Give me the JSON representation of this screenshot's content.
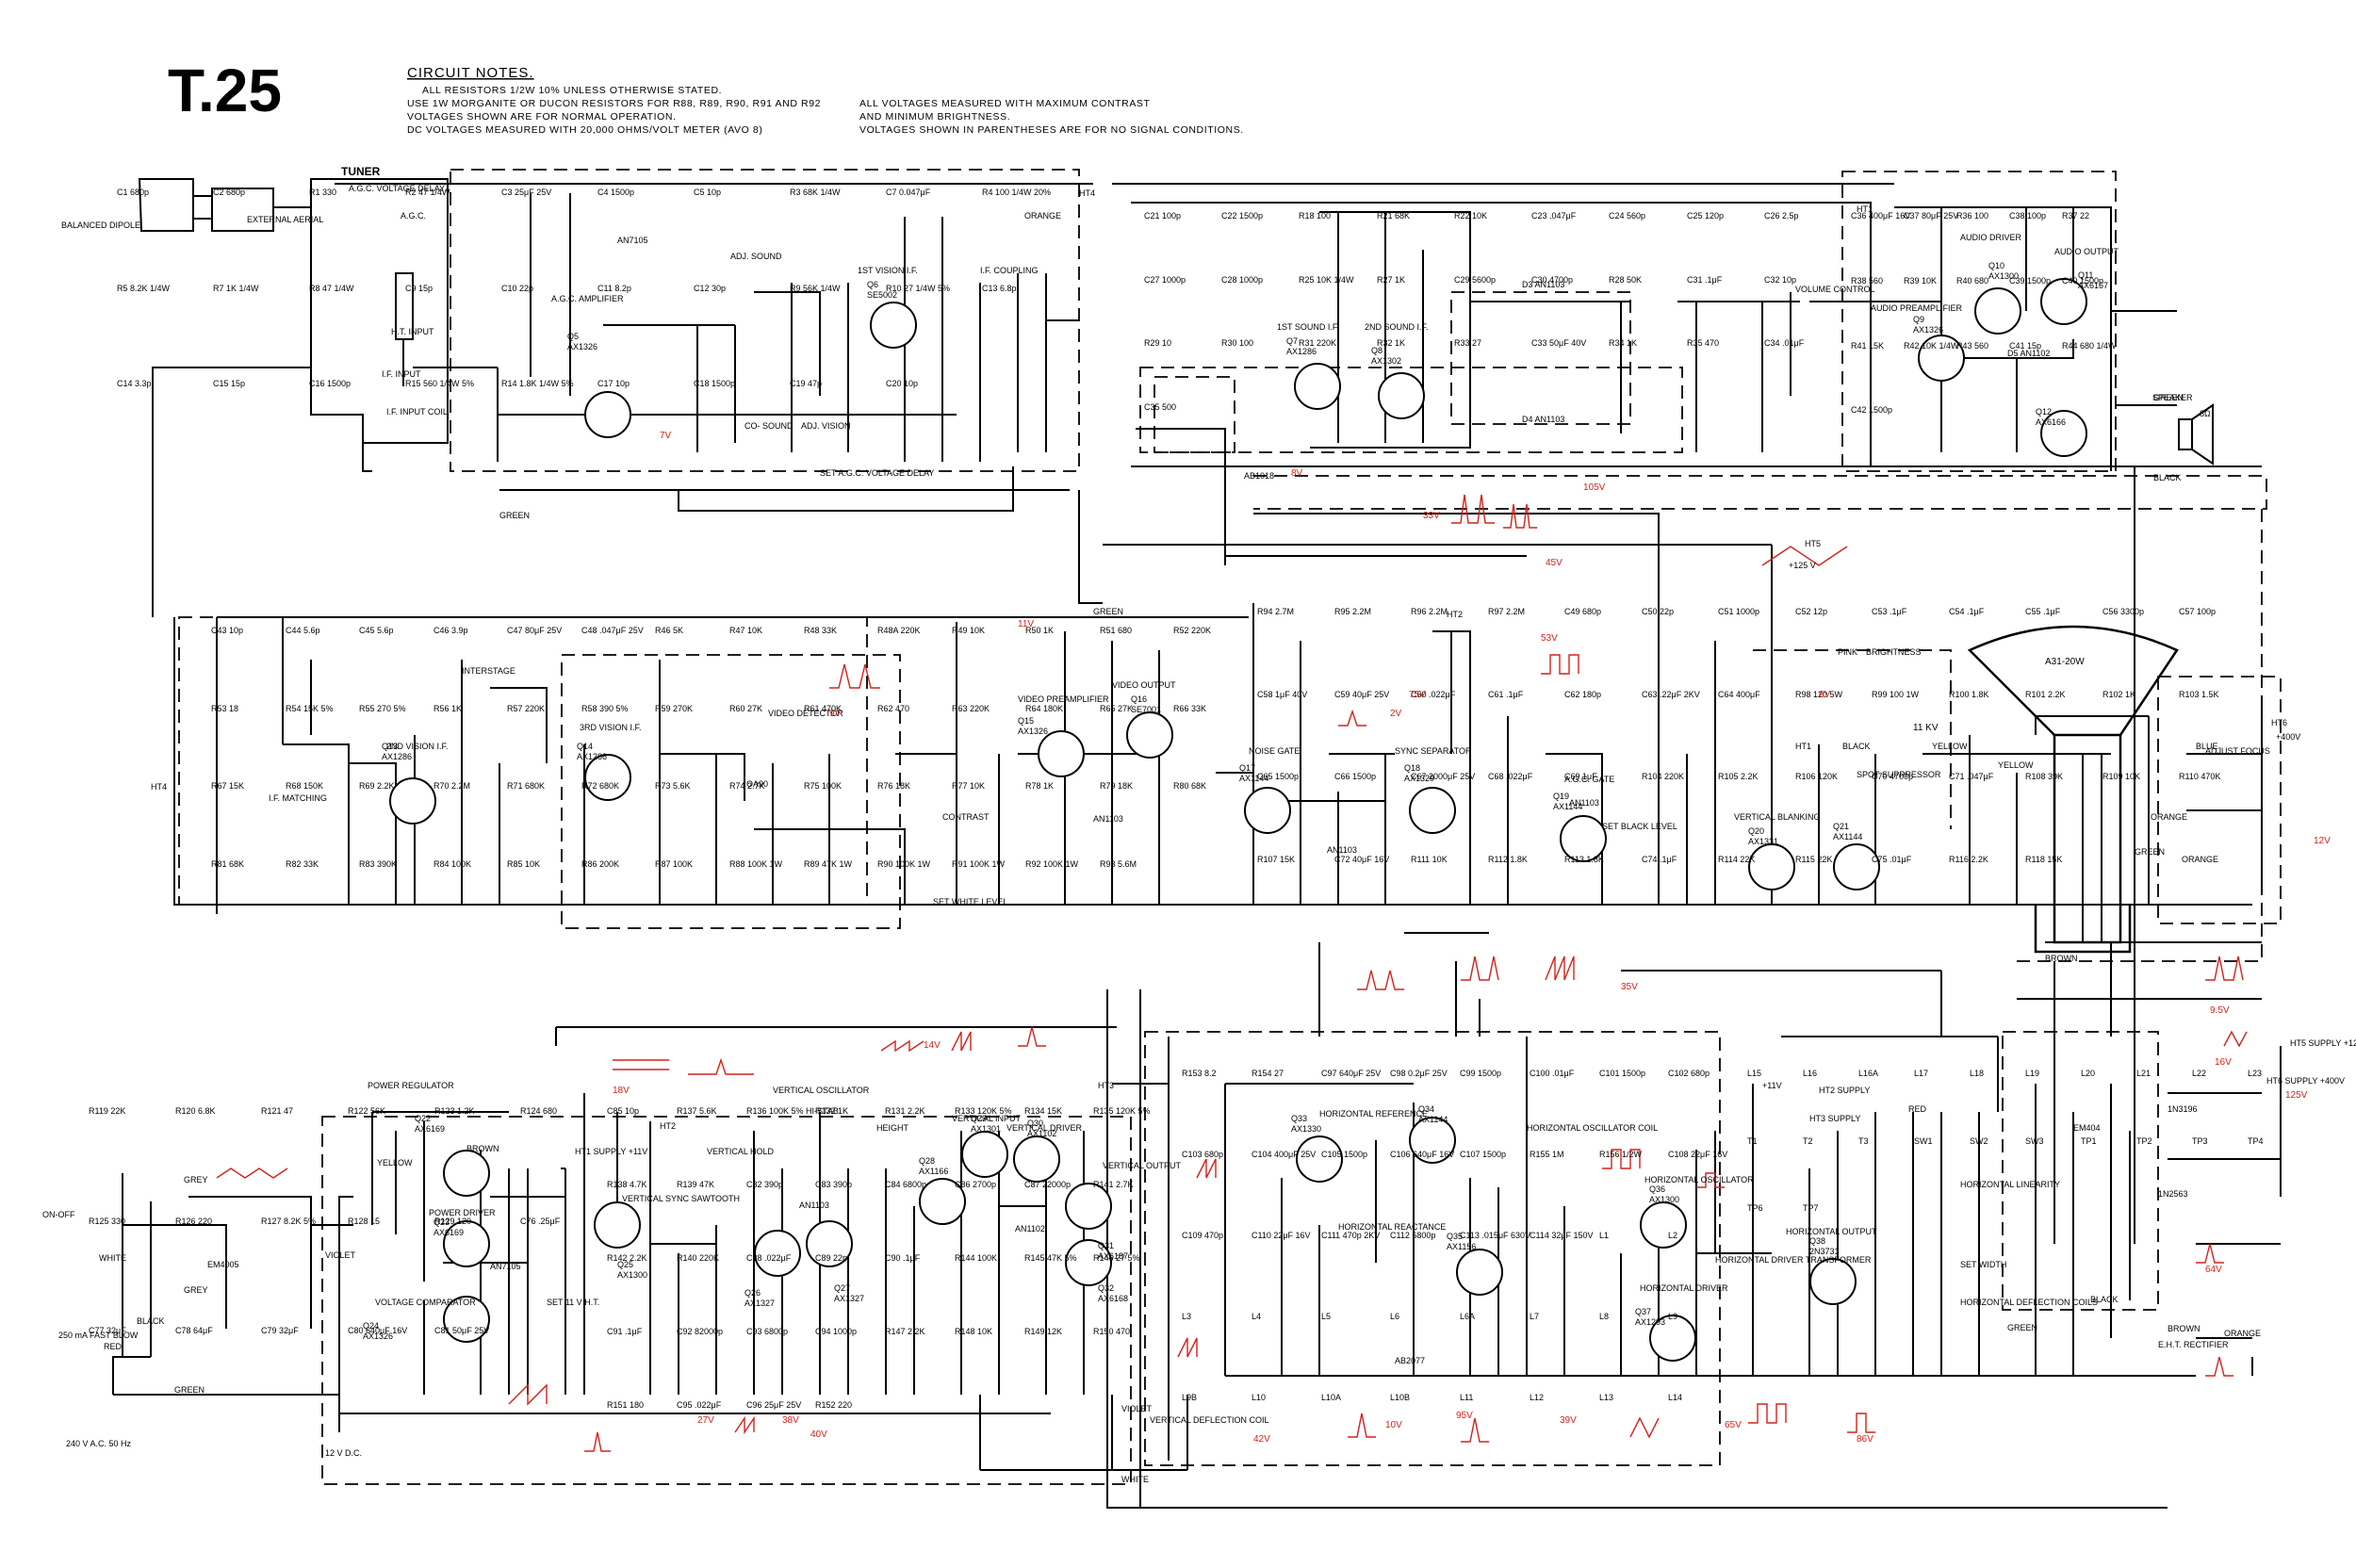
{
  "title": "T.25",
  "notes": {
    "heading": "CIRCUIT NOTES.",
    "left": [
      "ALL RESISTORS 1/2W 10% UNLESS OTHERWISE STATED.",
      "USE 1W MORGANITE OR DUCON RESISTORS FOR R88, R89, R90, R91 AND R92",
      "VOLTAGES SHOWN ARE FOR NORMAL OPERATION.",
      "DC VOLTAGES MEASURED WITH 20,000 OHMS/VOLT METER (AVO 8)"
    ],
    "right": [
      "ALL VOLTAGES MEASURED WITH MAXIMUM CONTRAST",
      "AND MINIMUM BRIGHTNESS.",
      "VOLTAGES SHOWN IN PARENTHESES ARE FOR NO SIGNAL CONDITIONS."
    ]
  },
  "sections": {
    "tuner": "TUNER",
    "agc_voltage_delay": "A.G.C. VOLTAGE DELAY",
    "agc": "A.G.C.",
    "ht_input": "H.T. INPUT",
    "if_input": "I.F. INPUT",
    "if_input_coil": "I.F. INPUT COIL",
    "balanced_dipole": "BALANCED DIPOLE",
    "external_aerial": "EXTERNAL AERIAL",
    "set_agc_voltage_delay": "SET A.G.C. VOLTAGE DELAY",
    "agc_amplifier": "A.G.C. AMPLIFIER",
    "adj_sound": "ADJ. SOUND",
    "co_sound": "CO- SOUND",
    "adj_vision": "ADJ. VISION",
    "first_vision_if": "1ST VISION I.F.",
    "if_coupling": "I.F. COUPLING",
    "first_sound_if": "1ST SOUND I.F.",
    "second_sound_if": "2ND SOUND I.F.",
    "volume_control": "VOLUME CONTROL",
    "audio_preamplifier": "AUDIO PREAMPLIFIER",
    "audio_driver": "AUDIO DRIVER",
    "audio_output": "AUDIO OUTPUT",
    "speaker": "SPEAKER",
    "speaker_ohms": "8Ω",
    "interstage": "INTERSTAGE",
    "if_matching": "I.F. MATCHING",
    "second_vision_if": "2ND VISION I.F.",
    "third_vision_if": "3RD VISION I.F.",
    "video_detector": "VIDEO DETECTOR",
    "video_preamplifier": "VIDEO PREAMPLIFIER",
    "video_output": "VIDEO OUTPUT",
    "contrast": "CONTRAST",
    "set_white_level": "SET WHITE LEVEL",
    "noise_gate": "NOISE GATE",
    "sync_separator": "SYNC SEPARATOR",
    "agc_gate": "A.G.C. GATE",
    "set_black_level": "SET BLACK LEVEL",
    "vertical_blanking": "VERTICAL BLANKING",
    "spot_suppressor": "SPOT SUPPRESSOR",
    "brightness": "BRIGHTNESS",
    "crt": "A31-20W",
    "adjust_focus": "ADJUST FOCUS",
    "power_regulator": "POWER REGULATOR",
    "power_driver": "POWER DRIVER",
    "voltage_comparator": "VOLTAGE COMPARATOR",
    "sw_on_off": "ON-OFF",
    "fuse": "250 mA FAST BLOW",
    "mains": "240 V A.C. 50 Hz",
    "dc_input": "12 V D.C.",
    "set_11v": "SET 11 V H.T.",
    "vertical_sync_sawtooth": "VERTICAL SYNC SAWTOOTH",
    "vertical_oscillator": "VERTICAL OSCILLATOR",
    "vertical_hold": "VERTICAL HOLD",
    "height": "HEIGHT",
    "vertical_input": "VERTICAL INPUT",
    "vertical_driver": "VERTICAL DRIVER",
    "vertical_output": "VERTICAL OUTPUT",
    "vertical_deflection_coil": "VERTICAL DEFLECTION COIL",
    "horizontal_reference": "HORIZONTAL REFERENCE",
    "horizontal_reactance": "HORIZONTAL REACTANCE",
    "horizontal_oscillator_coil": "HORIZONTAL OSCILLATOR COIL",
    "horizontal_oscillator": "HORIZONTAL OSCILLATOR",
    "horizontal_driver": "HORIZONTAL DRIVER",
    "horizontal_driver_transformer": "HORIZONTAL DRIVER TRANSFORMER",
    "horizontal_output": "HORIZONTAL OUTPUT",
    "set_width": "SET WIDTH",
    "horizontal_linearity": "HORIZONTAL LINEARITY",
    "horizontal_deflection_coils": "HORIZONTAL DEFLECTION COILS",
    "ht2_supply": "HT2 SUPPLY",
    "ht3_supply": "HT3 SUPPLY",
    "eht_rectifier": "E.H.T. RECTIFIER",
    "ht5_supply": "HT5 SUPPLY +125V",
    "ht6_supply": "HT6 SUPPLY +400V",
    "ht1_supply": "HT1 SUPPLY +11V"
  },
  "wire_colors": [
    "GREEN",
    "ORANGE",
    "BLACK",
    "PINK",
    "YELLOW",
    "BLUE",
    "BROWN",
    "GREY",
    "WHITE",
    "RED",
    "VIOLET"
  ],
  "rails": {
    "ht1": "HT1",
    "ht2": "HT2",
    "ht3": "HT3",
    "ht4": "HT4",
    "ht5": "HT5",
    "ht6": "HT6",
    "ht5_v": "+125 V",
    "ht1_v": "+11V",
    "eht": "11 KV",
    "ht6_v": "+400V"
  },
  "transistors": [
    {
      "ref": "Q5",
      "type": "AX1326"
    },
    {
      "ref": "Q6",
      "type": "SE5002"
    },
    {
      "ref": "Q7",
      "type": "AX1286"
    },
    {
      "ref": "Q8",
      "type": "AX1302"
    },
    {
      "ref": "Q9",
      "type": "AX1326"
    },
    {
      "ref": "Q10",
      "type": "AX1300"
    },
    {
      "ref": "Q11",
      "type": "AX6167"
    },
    {
      "ref": "Q12",
      "type": "AX6166"
    },
    {
      "ref": "Q13",
      "type": "AX1286"
    },
    {
      "ref": "Q14",
      "type": "AX1286"
    },
    {
      "ref": "Q15",
      "type": "AX1326"
    },
    {
      "ref": "Q16",
      "type": "SE7001"
    },
    {
      "ref": "Q17",
      "type": "AX1144"
    },
    {
      "ref": "Q18",
      "type": "AX1329"
    },
    {
      "ref": "Q19",
      "type": "AX1144"
    },
    {
      "ref": "Q20",
      "type": "AX1331"
    },
    {
      "ref": "Q21",
      "type": "AX1144"
    },
    {
      "ref": "Q22",
      "type": "AX6169"
    },
    {
      "ref": "Q23",
      "type": "AX6169"
    },
    {
      "ref": "Q24",
      "type": "AX1326"
    },
    {
      "ref": "Q25",
      "type": "AX1300"
    },
    {
      "ref": "Q26",
      "type": "AX1327"
    },
    {
      "ref": "Q27",
      "type": "AX1327"
    },
    {
      "ref": "Q28",
      "type": "AX1166"
    },
    {
      "ref": "Q29",
      "type": "AX1301"
    },
    {
      "ref": "Q30",
      "type": "AX1102"
    },
    {
      "ref": "Q31",
      "type": "AX6187"
    },
    {
      "ref": "Q32",
      "type": "AX6168"
    },
    {
      "ref": "Q33",
      "type": "AX1330"
    },
    {
      "ref": "Q34",
      "type": "AX1144"
    },
    {
      "ref": "Q35",
      "type": "AX1156"
    },
    {
      "ref": "Q36",
      "type": "AX1300"
    },
    {
      "ref": "Q37",
      "type": "AX1293"
    },
    {
      "ref": "Q38",
      "type": "2N3731"
    }
  ],
  "diodes": {
    "d1": "AN7105",
    "d2": "AB1018",
    "d3": "D3 AN1103",
    "d4": "D4 AN1103",
    "d5": "D5 AN1102",
    "d6": "OA90",
    "d7": "AN1103",
    "d8": "AN1103",
    "d9": "AN1103",
    "d12": "EM4005",
    "d14": "AN7105",
    "d15": "AN1103",
    "d16": "AN1102",
    "d19": "AB2077",
    "d20": "EM404",
    "d21": "1N3196",
    "d22": "1N2563"
  },
  "component_labels": [
    "C1 680p",
    "C2 680p",
    "R1 330",
    "R2 47 1/4W",
    "C3 25μF 25V",
    "C4 1500p",
    "C5 10p",
    "R3 68K 1/4W",
    "C7 0.047μF",
    "R4 100 1/4W 20%",
    "R5 8.2K 1/4W",
    "R7 1K 1/4W",
    "R8 47 1/4W",
    "C9 15p",
    "C10 22p",
    "C11 8.2p",
    "C12 30p",
    "R9 56K 1/4W",
    "R10 27 1/4W 5%",
    "C13 6.8p",
    "C14 3.3p",
    "C15 15p",
    "C16 1500p",
    "R15 560 1/4W 5%",
    "R14 1.8K 1/4W 5%",
    "C17 10p",
    "C18 1500p",
    "C19 47p",
    "C20 10p",
    "C21 100p",
    "C22 1500p",
    "R18 100",
    "R21 68K",
    "R22 10K",
    "C23 .047μF",
    "C24 560p",
    "C25 120p",
    "C26 2.5p",
    "C27 1000p",
    "C28 1000p",
    "R25 10K 1/4W",
    "R27 1K",
    "C29 5600p",
    "C30 4700p",
    "R28 50K",
    "C31 .1μF",
    "C32 10p",
    "R29 10",
    "R30 100",
    "R31 220K",
    "R32 1K",
    "R33 27",
    "C33 50μF 40V",
    "R34 1K",
    "R35 470",
    "C34 .01μF",
    "C35 500",
    "C36 400μF 16V",
    "C37 80μF 25V",
    "R36 100",
    "C38 100p",
    "R37 22",
    "R38 560",
    "R39 10K",
    "R40 680",
    "C39 1500p",
    "C40 1500p",
    "R41 15K",
    "R42 10K 1/4W",
    "R43 560",
    "C41 15p",
    "R44 680 1/4W",
    "C42 1500p",
    "C43 10p",
    "C44 5.6p",
    "C45 5.6p",
    "C46 3.9p",
    "C47 80μF 25V",
    "C48 .047μF 25V",
    "R46 5K",
    "R47 10K",
    "R48 33K",
    "R48A 220K",
    "R49 10K",
    "R50 1K",
    "R51 680",
    "R52 220K",
    "R53 18",
    "R54 15K 5%",
    "R55 270 5%",
    "R56 1K",
    "R57 220K",
    "R58 390 5%",
    "R59 270K",
    "R60 27K",
    "R61 470K",
    "R62 470",
    "R63 220K",
    "R64 180K",
    "R65 27K",
    "R66 33K",
    "R67 15K",
    "R68 150K",
    "R69 2.2K",
    "R70 2.2M",
    "R71 680K",
    "R72 680K",
    "R73 5.6K",
    "R74 2.7K",
    "R75 100K",
    "R76 18K",
    "R77 10K",
    "R78 1K",
    "R79 18K",
    "R80 68K",
    "R81 68K",
    "R82 33K",
    "R83 390K",
    "R84 100K",
    "R85 10K",
    "R86 200K",
    "R87 100K",
    "R88 100K 1W",
    "R89 47K 1W",
    "R90 100K 1W",
    "R91 100K 1W",
    "R92 100K 1W",
    "R93 5.6M",
    "R94 2.7M",
    "R95 2.2M",
    "R96 2.2M",
    "R97 2.2M",
    "C49 680p",
    "C50 22p",
    "C51 1000p",
    "C52 12p",
    "C53 .1μF",
    "C54 .1μF",
    "C55 .1μF",
    "C56 3300p",
    "C57 100p",
    "C58 1μF 40V",
    "C59 40μF 25V",
    "C60 .022μF",
    "C61 .1μF",
    "C62 180p",
    "C63 .22μF 2KV",
    "C64 400μF",
    "R98 120 5W",
    "R99 100 1W",
    "R100 1.8K",
    "R101 2.2K",
    "R102 1K",
    "R103 1.5K",
    "C65 1500p",
    "C66 1500p",
    "C67 2000μF 25V",
    "C68 .022μF",
    "C69 1μF",
    "R104 220K",
    "R105 2.2K",
    "R106 120K",
    "C70 4700p",
    "C71 .047μF",
    "R108 39K",
    "R109 10K",
    "R110 470K",
    "R107 15K",
    "C72 40μF 16V",
    "R111 10K",
    "R112 1.8K",
    "R113 1.8K",
    "C74 .1μF",
    "R114 22K",
    "R115 22K",
    "C75 .01μF",
    "R116 2.2K",
    "R118 15K",
    "R119 22K",
    "R120 6.8K",
    "R121 47",
    "R122 56K",
    "R123 1.2K",
    "R124 680",
    "R125 330",
    "R126 220",
    "R127 8.2K 5%",
    "R128 15",
    "R129 120",
    "C76 .25μF",
    "C77 32μF",
    "C78 64μF",
    "C79 32μF",
    "C80 640μF 16V",
    "C81 50μF 25V",
    "C85 10p",
    "R137 5.6K",
    "R136 100K 5% HI-STAB",
    "R132 1K",
    "R131 2.2K",
    "R133 120K 5%",
    "R134 15K",
    "R135 120K 5%",
    "R138 4.7K",
    "R139 47K",
    "C82 390p",
    "C83 390p",
    "C84 6800p",
    "C86 2700p",
    "C87 22000p",
    "R141 2.7K",
    "R142 2.2K",
    "R140 220K",
    "C88 .022μF",
    "C89 22p",
    "C90 .1μF",
    "R144 100K",
    "R145 47K 5%",
    "R146 27 5%",
    "C91 .1μF",
    "C92 82000p",
    "C93 6800p",
    "C94 1000p",
    "R147 2.2K",
    "R148 10K",
    "R149 12K",
    "R150 470",
    "R151 180",
    "C95 .022μF",
    "C96 25μF 25V",
    "R152 220",
    "R153 8.2",
    "R154 27",
    "C97 640μF 25V",
    "C98 0.2μF 25V",
    "C99 1500p",
    "C100 .01μF",
    "C101 1500p",
    "C102 680p",
    "C103 680p",
    "C104 400μF 25V",
    "C105 1500p",
    "C106 640μF 16V",
    "C107 1500p",
    "R155 1M",
    "R156 1/2W",
    "C108 22μF 16V",
    "C109 470p",
    "C110 22μF 16V",
    "C111 470p 2KV",
    "C112 6800p",
    "C113 .015μF 630V",
    "C114 32μF 150V",
    "L1",
    "L2",
    "L3",
    "L4",
    "L5",
    "L6",
    "L6A",
    "L7",
    "L8",
    "L9",
    "L9B",
    "L10",
    "L10A",
    "L10B",
    "L11",
    "L12",
    "L13",
    "L14",
    "L15",
    "L16",
    "L16A",
    "L17",
    "L18",
    "L19",
    "L20",
    "L21",
    "L22",
    "L23",
    "T1",
    "T2",
    "T3",
    "SW1",
    "SW2",
    "SW3",
    "TP1",
    "TP2",
    "TP3",
    "TP4",
    "TP6",
    "TP7"
  ],
  "voltage_annotations": [
    "7V",
    "11V",
    "8V",
    "105V",
    "33V",
    "45V",
    "53V",
    "75V",
    "2V",
    "6V",
    "12V",
    "35V",
    "14V",
    "18V",
    "9V",
    "27V",
    "38V",
    "40V",
    "42V",
    "10V",
    "95V",
    "39V",
    "65V",
    "86V",
    "9.5V",
    "16V",
    "64V",
    "125V"
  ]
}
